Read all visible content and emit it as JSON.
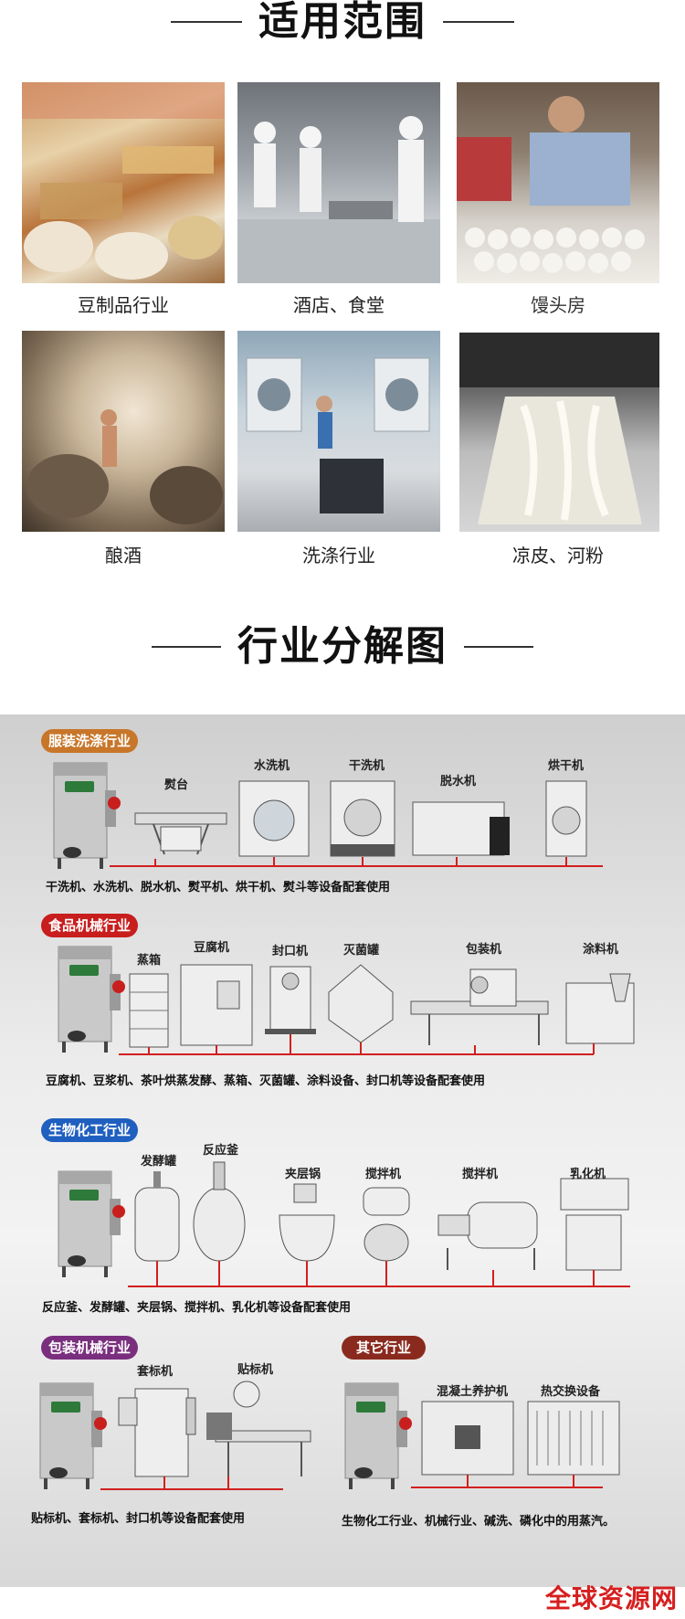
{
  "scope": {
    "title": "适用范围",
    "items": [
      {
        "caption": "豆制品行业"
      },
      {
        "caption": "酒店、食堂"
      },
      {
        "caption": "馒头房"
      },
      {
        "caption": "酿酒"
      },
      {
        "caption": "洗涤行业"
      },
      {
        "caption": "凉皮、河粉"
      }
    ]
  },
  "breakdown": {
    "title": "行业分解图",
    "industries": [
      {
        "tag": "服装洗涤行业",
        "tag_color": "#c8762a",
        "machines": [
          "熨台",
          "水洗机",
          "干洗机",
          "脱水机",
          "烘干机"
        ],
        "note": "干洗机、水洗机、脱水机、熨平机、烘干机、熨斗等设备配套使用"
      },
      {
        "tag": "食品机械行业",
        "tag_color": "#c81e1e",
        "machines": [
          "蒸箱",
          "豆腐机",
          "封口机",
          "灭菌罐",
          "包装机",
          "涂料机"
        ],
        "note": "豆腐机、豆浆机、茶叶烘蒸发酵、蒸箱、灭菌罐、涂料设备、封口机等设备配套使用"
      },
      {
        "tag": "生物化工行业",
        "tag_color": "#1f5fbf",
        "machines": [
          "发酵罐",
          "反应釜",
          "夹层锅",
          "搅拌机",
          "搅拌机",
          "乳化机"
        ],
        "note": "反应釜、发酵罐、夹层锅、搅拌机、乳化机等设备配套使用"
      },
      {
        "tag": "包装机械行业",
        "tag_color": "#7a2f7e",
        "machines": [
          "套标机",
          "贴标机"
        ],
        "note": "贴标机、套标机、封口机等设备配套使用"
      },
      {
        "tag": "其它行业",
        "tag_color": "#8a2a1e",
        "machines": [
          "混凝土养护机",
          "热交换设备"
        ],
        "note": "生物化工行业、机械行业、碱洗、磷化中的用蒸汽。"
      }
    ]
  },
  "watermark": "全球资源网",
  "colors": {
    "pipe": "#d21f1f",
    "steel": "#b9b9b9"
  }
}
